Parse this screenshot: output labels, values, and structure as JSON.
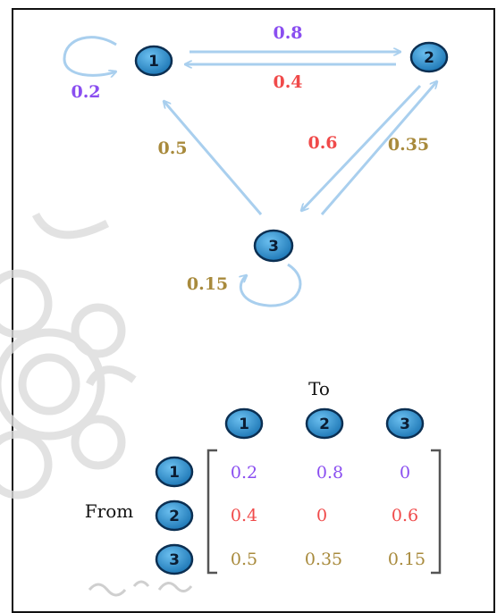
{
  "colors": {
    "purple": "#8a4ef0",
    "red": "#f04a4a",
    "olive": "#a88a3c",
    "arrow": "#a9cfee",
    "node_fill": "#1f86c8",
    "node_stroke": "#0b2f52"
  },
  "graph": {
    "nodes": [
      {
        "id": "1",
        "label": "1"
      },
      {
        "id": "2",
        "label": "2"
      },
      {
        "id": "3",
        "label": "3"
      }
    ],
    "edges": [
      {
        "from": "1",
        "to": "2",
        "label": "0.8",
        "color": "purple"
      },
      {
        "from": "2",
        "to": "1",
        "label": "0.4",
        "color": "red"
      },
      {
        "from": "1",
        "to": "1",
        "label": "0.2",
        "color": "purple"
      },
      {
        "from": "3",
        "to": "1",
        "label": "0.5",
        "color": "olive"
      },
      {
        "from": "2",
        "to": "3",
        "label": "0.6",
        "color": "red"
      },
      {
        "from": "3",
        "to": "2",
        "label": "0.35",
        "color": "olive"
      },
      {
        "from": "3",
        "to": "3",
        "label": "0.15",
        "color": "olive"
      }
    ]
  },
  "matrix": {
    "to_label": "To",
    "from_label": "From",
    "col_headers": [
      "1",
      "2",
      "3"
    ],
    "row_headers": [
      "1",
      "2",
      "3"
    ],
    "rows": [
      {
        "values": [
          "0.2",
          "0.8",
          "0"
        ],
        "color": "purple"
      },
      {
        "values": [
          "0.4",
          "0",
          "0.6"
        ],
        "color": "red"
      },
      {
        "values": [
          "0.5",
          "0.35",
          "0.15"
        ],
        "color": "olive"
      }
    ]
  }
}
